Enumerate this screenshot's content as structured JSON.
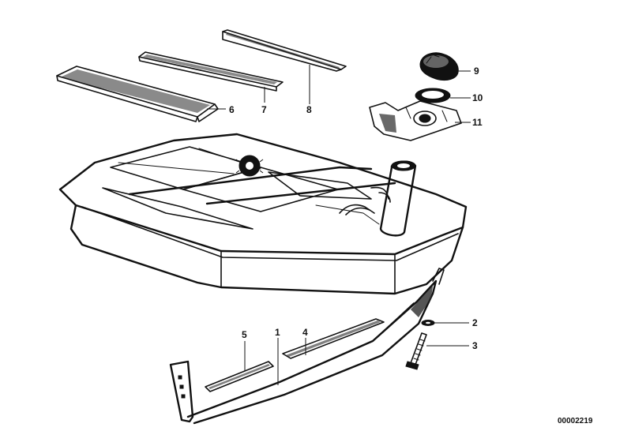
{
  "diagram": {
    "reference_number": "00002219",
    "callouts": [
      {
        "id": "c1",
        "label": "1"
      },
      {
        "id": "c2",
        "label": "2"
      },
      {
        "id": "c3",
        "label": "3"
      },
      {
        "id": "c4",
        "label": "4"
      },
      {
        "id": "c5",
        "label": "5"
      },
      {
        "id": "c6",
        "label": "6"
      },
      {
        "id": "c7",
        "label": "7"
      },
      {
        "id": "c8",
        "label": "8"
      },
      {
        "id": "c9",
        "label": "9"
      },
      {
        "id": "c10",
        "label": "10"
      },
      {
        "id": "c11",
        "label": "11"
      }
    ]
  }
}
